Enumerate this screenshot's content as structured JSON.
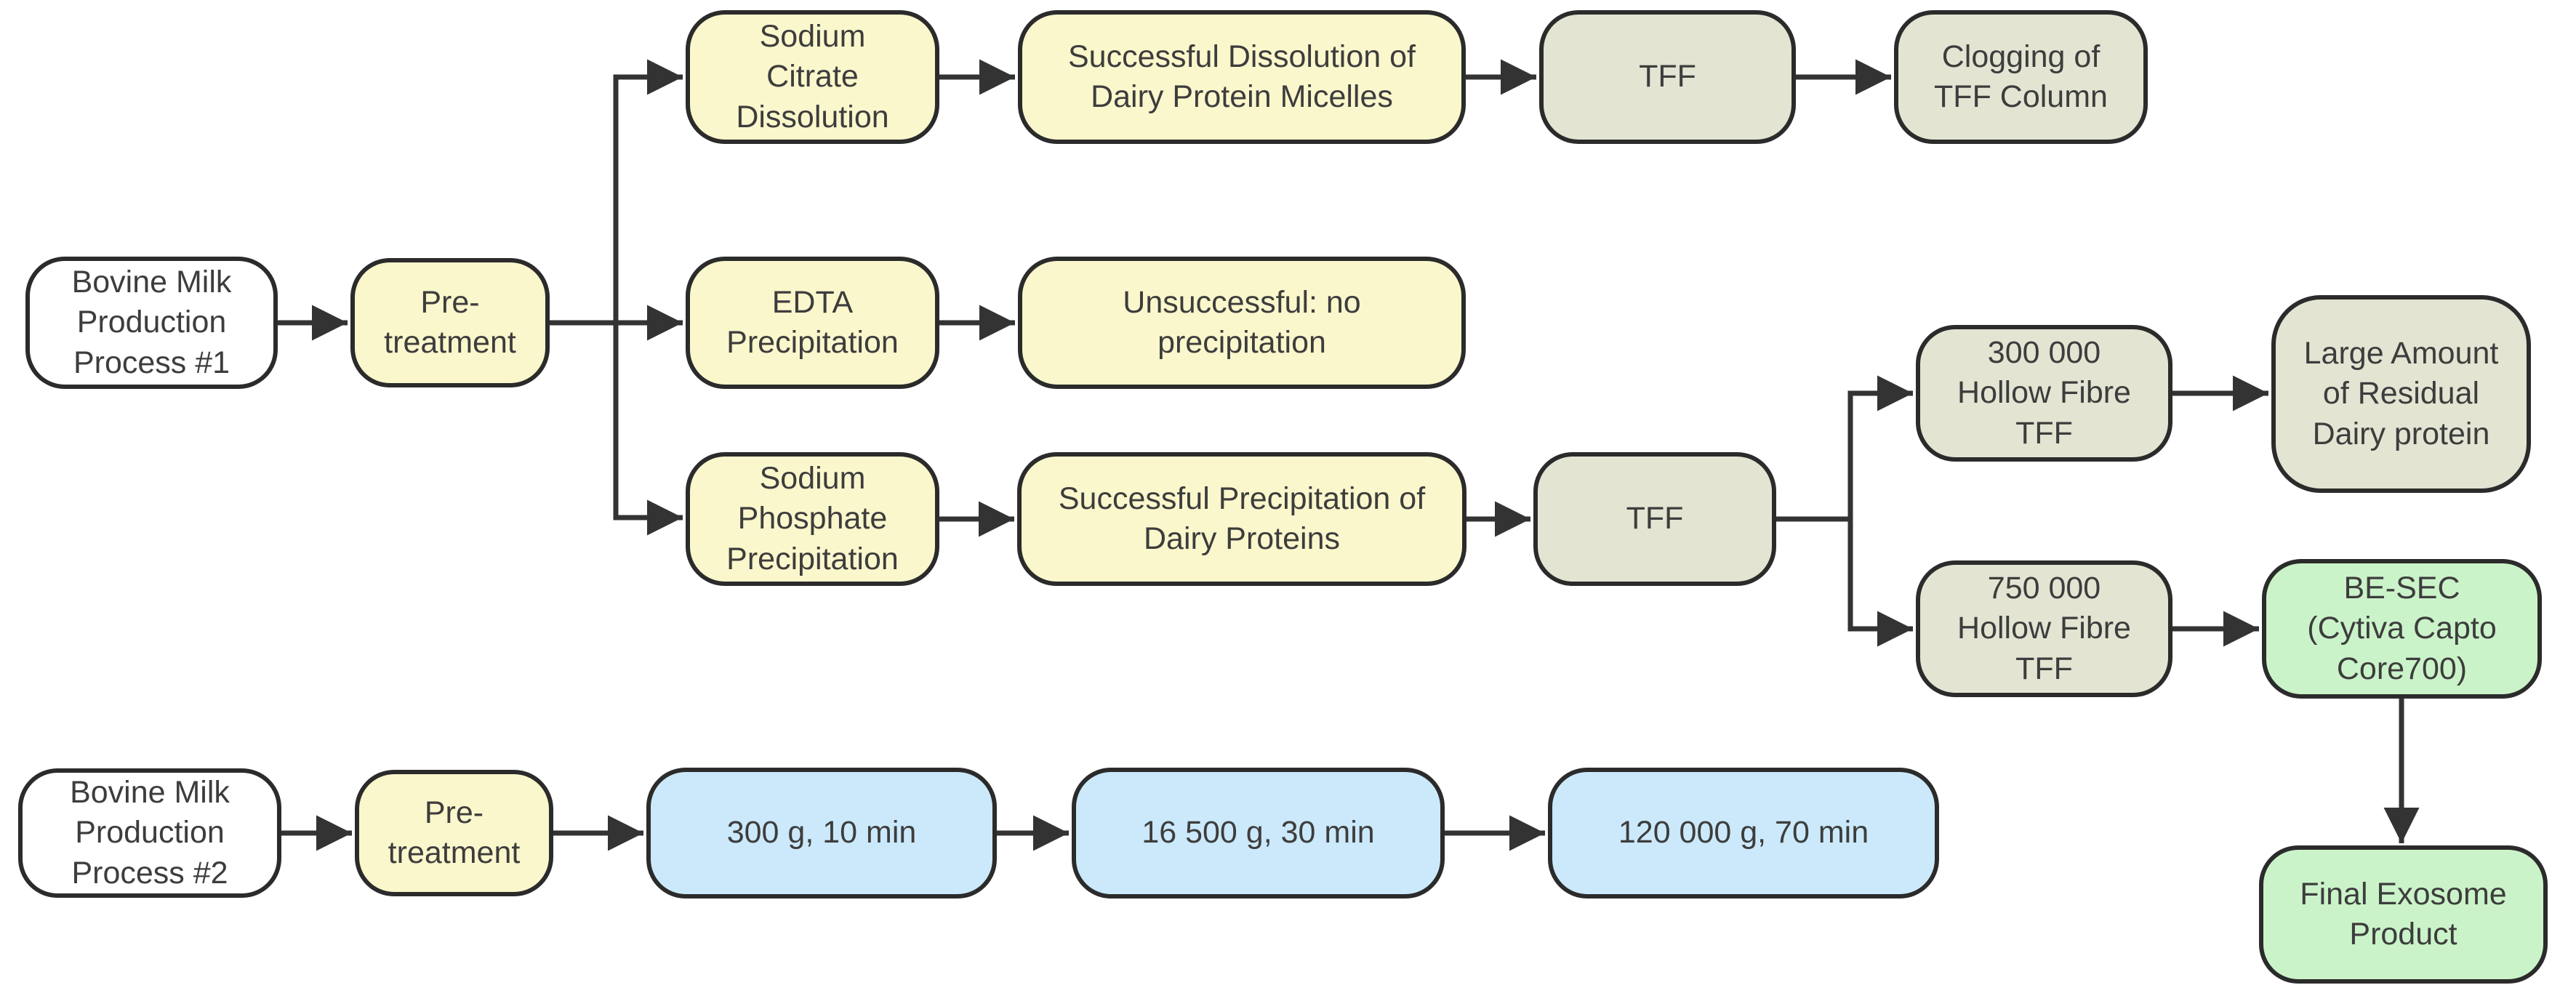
{
  "diagram": {
    "title": "Bovine milk exosome production process flowchart",
    "colors": {
      "source": "#ffffff",
      "treatment": "#faf7cc",
      "tff": "#e3e4d2",
      "sec": "#cbf3c9",
      "centrifuge": "#cbe9fa",
      "border": "#2b2b2b",
      "arrow": "#333333",
      "text": "#3d3d3d",
      "background": "#ffffff"
    },
    "nodes": {
      "process1": "Bovine Milk\nProduction\nProcess #1",
      "pretreatment1": "Pre-\ntreatment",
      "sodium_citrate": "Sodium\nCitrate\nDissolution",
      "dissolution_success": "Successful Dissolution of\nDairy Protein Micelles",
      "tff1": "TFF",
      "clogging": "Clogging of\nTFF Column",
      "edta": "EDTA\nPrecipitation",
      "unsuccessful": "Unsuccessful: no\nprecipitation",
      "sodium_phosphate": "Sodium\nPhosphate\nPrecipitation",
      "precipitation_success": "Successful Precipitation of\nDairy Proteins",
      "tff2": "TFF",
      "hollow300k": "300 000\nHollow Fibre\nTFF",
      "large_residual": "Large Amount\nof Residual\nDairy protein",
      "hollow750k": "750 000\nHollow Fibre\nTFF",
      "besec": "BE-SEC\n(Cytiva Capto\nCore700)",
      "final_product": "Final Exosome\nProduct",
      "process2": "Bovine Milk\nProduction\nProcess #2",
      "pretreatment2": "Pre-\ntreatment",
      "spin1": "300 g, 10 min",
      "spin2": "16 500 g, 30 min",
      "spin3": "120 000 g, 70 min"
    }
  }
}
